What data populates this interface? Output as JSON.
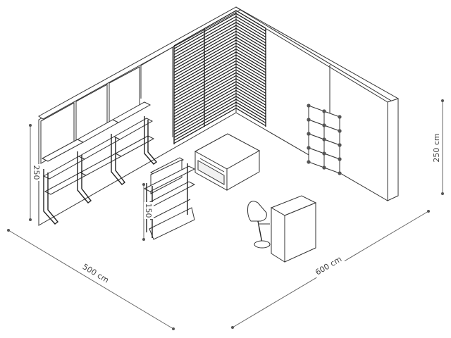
{
  "dimensions": {
    "width_label": "500 cm",
    "depth_label": "600 cm",
    "wall_height_label": "250 cm",
    "left_height_label": "250",
    "unit_height_label": "150"
  },
  "colors": {
    "ink": "#333333",
    "dimension_line": "#666666",
    "background": "#ffffff"
  }
}
